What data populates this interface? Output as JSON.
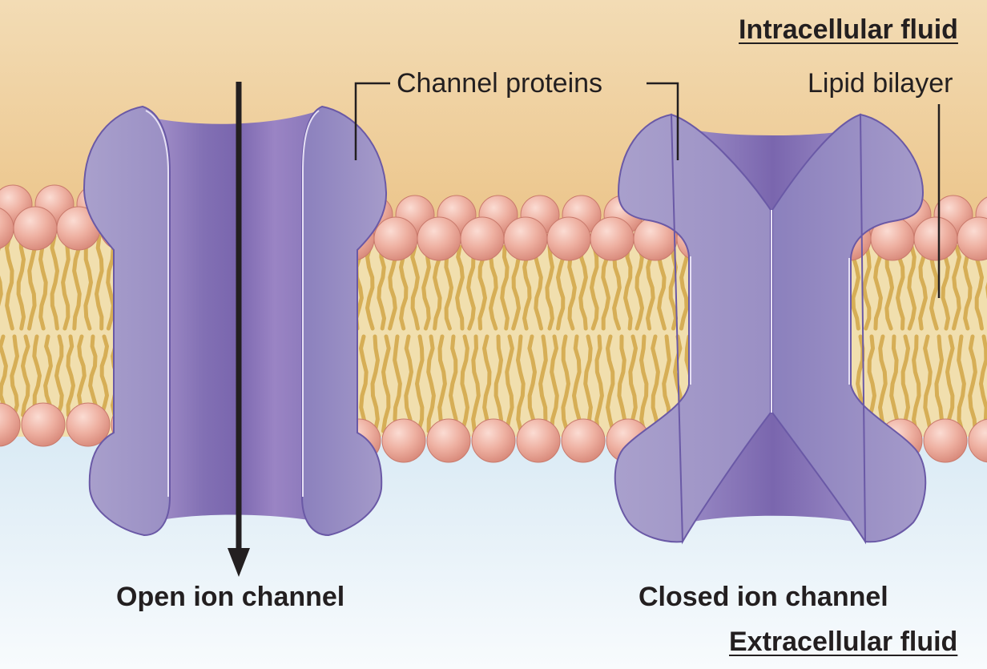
{
  "labels": {
    "intracellular": "Intracellular fluid",
    "extracellular": "Extracellular fluid",
    "channel_proteins": "Channel proteins",
    "lipid_bilayer": "Lipid bilayer",
    "open_channel": "Open ion channel",
    "closed_channel": "Closed ion channel"
  },
  "colors": {
    "intracellular_top": "#f3dbb3",
    "intracellular_bottom": "#e9bc7a",
    "extracellular_top": "#cfe4f2",
    "extracellular_bottom": "#f7fbfd",
    "membrane_core": "#f1dfae",
    "lipid_tail": "#d6ae56",
    "lipid_head": "#eeb2a4",
    "protein_light": "#a69bc9",
    "protein_dark": "#8577bb",
    "protein_edge": "#6b5aa8",
    "arrow": "#231f20"
  }
}
